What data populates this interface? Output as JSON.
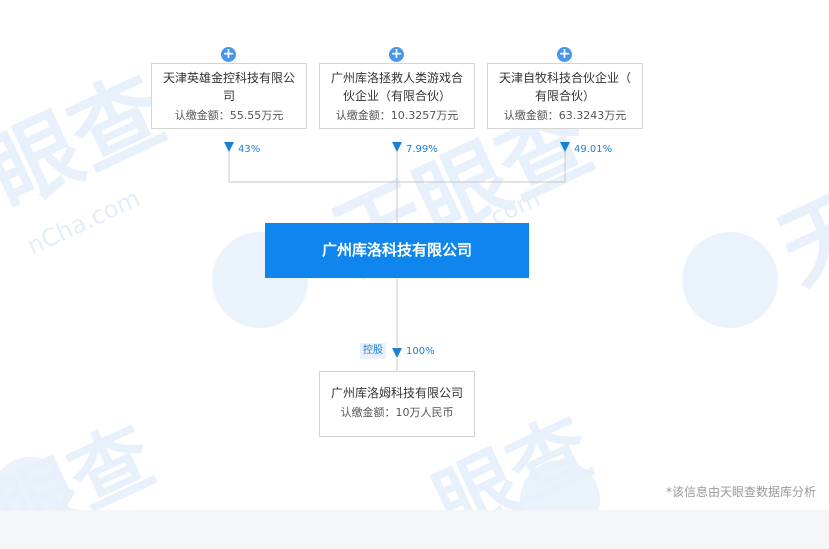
{
  "shareholders": [
    {
      "name_line1": "天津英雄金控科技有限公",
      "name_line2": "司",
      "amount": "认缴金额：55.55万元",
      "percent": "43%"
    },
    {
      "name_line1": "广州库洛拯救人类游戏合",
      "name_line2": "伙企业（有限合伙）",
      "amount": "认缴金额：10.3257万元",
      "percent": "7.99%"
    },
    {
      "name_line1": "天津自牧科技合伙企业（",
      "name_line2": "有限合伙）",
      "amount": "认缴金额：63.3243万元",
      "percent": "49.01%"
    }
  ],
  "company": {
    "name": "广州库洛科技有限公司"
  },
  "subsidiary": {
    "tag": "控股",
    "percent": "100%",
    "name": "广州库洛姆科技有限公司",
    "amount": "认缴金额：10万人民币"
  },
  "footnote": "*该信息由天眼查数据库分析",
  "icons": {
    "expand": "plus-circle-icon",
    "flow": "arrow-down-icon"
  },
  "colors": {
    "primary": "#0f86ee",
    "accent": "#1a7fd6",
    "border": "#d4d4d4"
  }
}
